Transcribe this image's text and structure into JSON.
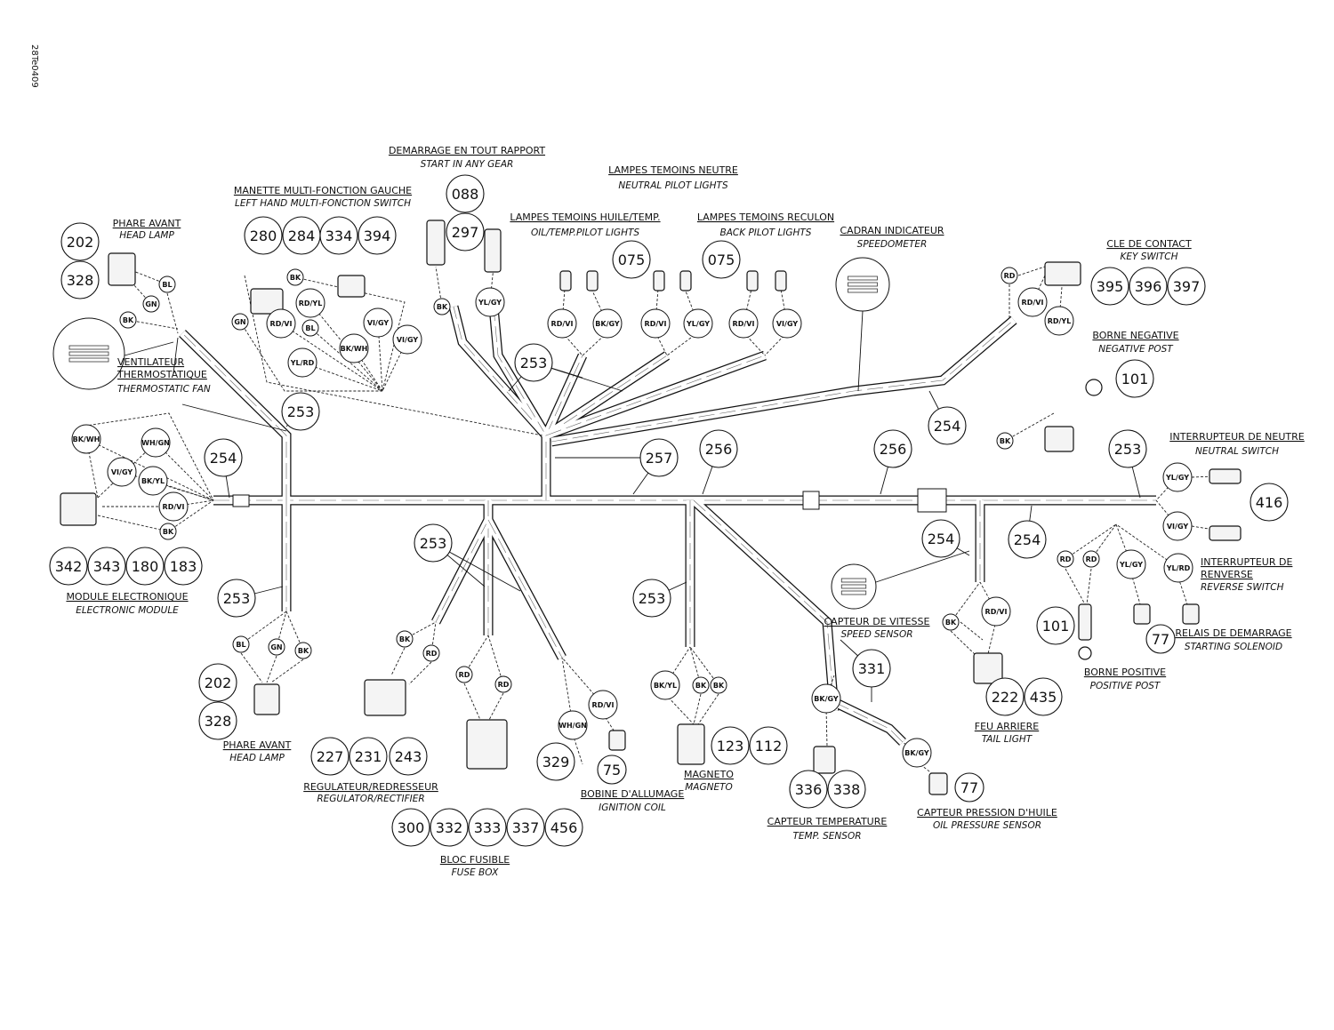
{
  "doc_code": "28Te0409",
  "components": [
    {
      "fr": "PHARE AVANT",
      "en": "HEAD LAMP"
    },
    {
      "fr": "MANETTE MULTI-FONCTION GAUCHE",
      "en": "LEFT HAND MULTI-FONCTION SWITCH"
    },
    {
      "fr": "DEMARRAGE EN TOUT RAPPORT",
      "en": "START IN ANY GEAR"
    },
    {
      "fr": "LAMPES TEMOINS NEUTRE",
      "en": "NEUTRAL PILOT LIGHTS"
    },
    {
      "fr": "LAMPES TEMOINS HUILE/TEMP.",
      "en": "OIL/TEMP.PILOT LIGHTS"
    },
    {
      "fr": "LAMPES TEMOINS RECULON",
      "en": "BACK PILOT LIGHTS"
    },
    {
      "fr": "CADRAN INDICATEUR",
      "en": "SPEEDOMETER"
    },
    {
      "fr": "CLE DE CONTACT",
      "en": "KEY SWITCH"
    },
    {
      "fr": "BORNE NEGATIVE",
      "en": "NEGATIVE POST"
    },
    {
      "fr": "VENTILATEUR THERMOSTATIQUE",
      "en": "THERMOSTATIC FAN"
    },
    {
      "fr": "INTERRUPTEUR DE NEUTRE",
      "en": "NEUTRAL SWITCH"
    },
    {
      "fr": "MODULE ELECTRONIQUE",
      "en": "ELECTRONIC MODULE"
    },
    {
      "fr": "INTERRUPTEUR DE RENVERSE",
      "en": "REVERSE SWITCH"
    },
    {
      "fr": "RELAIS DE DEMARRAGE",
      "en": "STARTING SOLENOID"
    },
    {
      "fr": "CAPTEUR DE VITESSE",
      "en": "SPEED SENSOR"
    },
    {
      "fr": "BORNE POSITIVE",
      "en": "POSITIVE POST"
    },
    {
      "fr": "FEU ARRIERE",
      "en": "TAIL LIGHT"
    },
    {
      "fr": "PHARE AVANT",
      "en": "HEAD LAMP"
    },
    {
      "fr": "REGULATEUR/REDRESSEUR",
      "en": "REGULATOR/RECTIFIER"
    },
    {
      "fr": "BOBINE D'ALLUMAGE",
      "en": "IGNITION COIL"
    },
    {
      "fr": "MAGNETO",
      "en": "MAGNETO"
    },
    {
      "fr": "CAPTEUR TEMPERATURE",
      "en": "TEMP. SENSOR"
    },
    {
      "fr": "CAPTEUR PRESSION D'HUILE",
      "en": "OIL PRESSURE SENSOR"
    },
    {
      "fr": "BLOC FUSIBLE",
      "en": "FUSE BOX"
    }
  ],
  "part_callouts": [
    "202",
    "328",
    "280",
    "284",
    "334",
    "394",
    "088",
    "297",
    "075",
    "075",
    "395",
    "396",
    "397",
    "101",
    "253",
    "253",
    "254",
    "257",
    "256",
    "256",
    "254",
    "253",
    "416",
    "254",
    "254",
    "342",
    "343",
    "180",
    "183",
    "253",
    "253",
    "253",
    "101",
    "77",
    "202",
    "328",
    "227",
    "231",
    "243",
    "329",
    "75",
    "123",
    "112",
    "331",
    "222",
    "435",
    "336",
    "338",
    "77",
    "300",
    "332",
    "333",
    "337",
    "456"
  ],
  "wire_codes": [
    "BK",
    "GN",
    "BL",
    "BK",
    "RD/YL",
    "RD/VI",
    "BL",
    "GN",
    "YL/RD",
    "BK/WH",
    "VI/GY",
    "VI/GY",
    "BK",
    "YL/GY",
    "RD/VI",
    "BK/GY",
    "RD/VI",
    "YL/GY",
    "RD/VI",
    "VI/GY",
    "RD",
    "RD/VI",
    "RD/YL",
    "BK",
    "BK/WH",
    "WH/GN",
    "VI/GY",
    "BK/YL",
    "RD/VI",
    "BK",
    "YL/GY",
    "VI/GY",
    "RD",
    "RD",
    "YL/GY",
    "YL/RD",
    "BL",
    "GN",
    "BK",
    "BK",
    "RD",
    "RD",
    "RD",
    "WH/GN",
    "RD/VI",
    "BK/YL",
    "BK",
    "BK",
    "BK",
    "RD/VI",
    "BK/GY",
    "BK/GY"
  ],
  "colors": {
    "line": "#111111",
    "background": "#ffffff"
  }
}
